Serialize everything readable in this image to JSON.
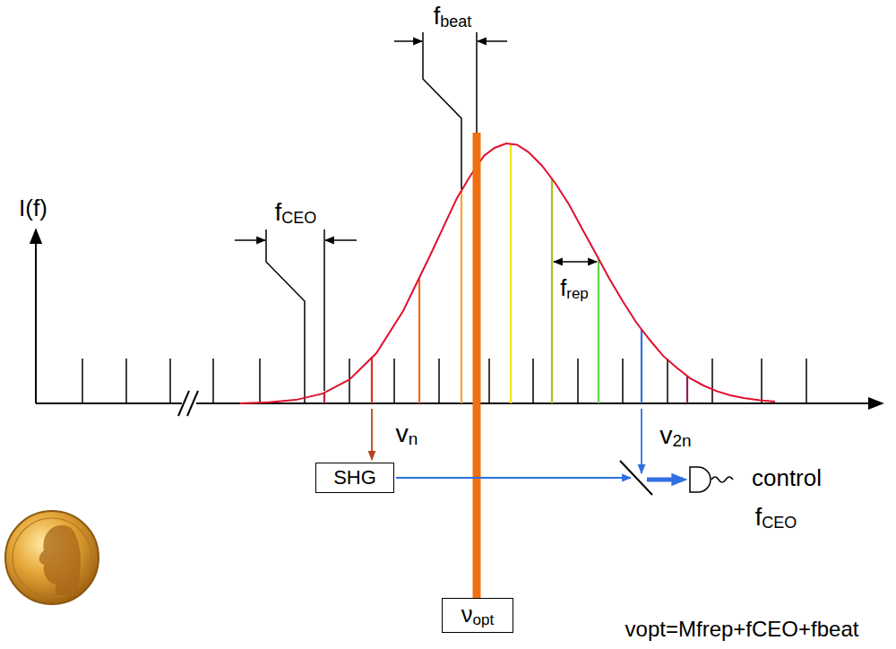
{
  "diagram": {
    "nodes": [
      {
        "text": [
          "SHG"
        ]
      },
      {
        "text": [
          "νopt"
        ]
      }
    ],
    "labels": [
      "fbeat",
      "I(f)",
      "fCEO",
      "frep",
      "vn",
      "v2n",
      "control",
      "fCEO",
      "vopt=Mfrep+fCEO+fbeat"
    ]
  }
}
